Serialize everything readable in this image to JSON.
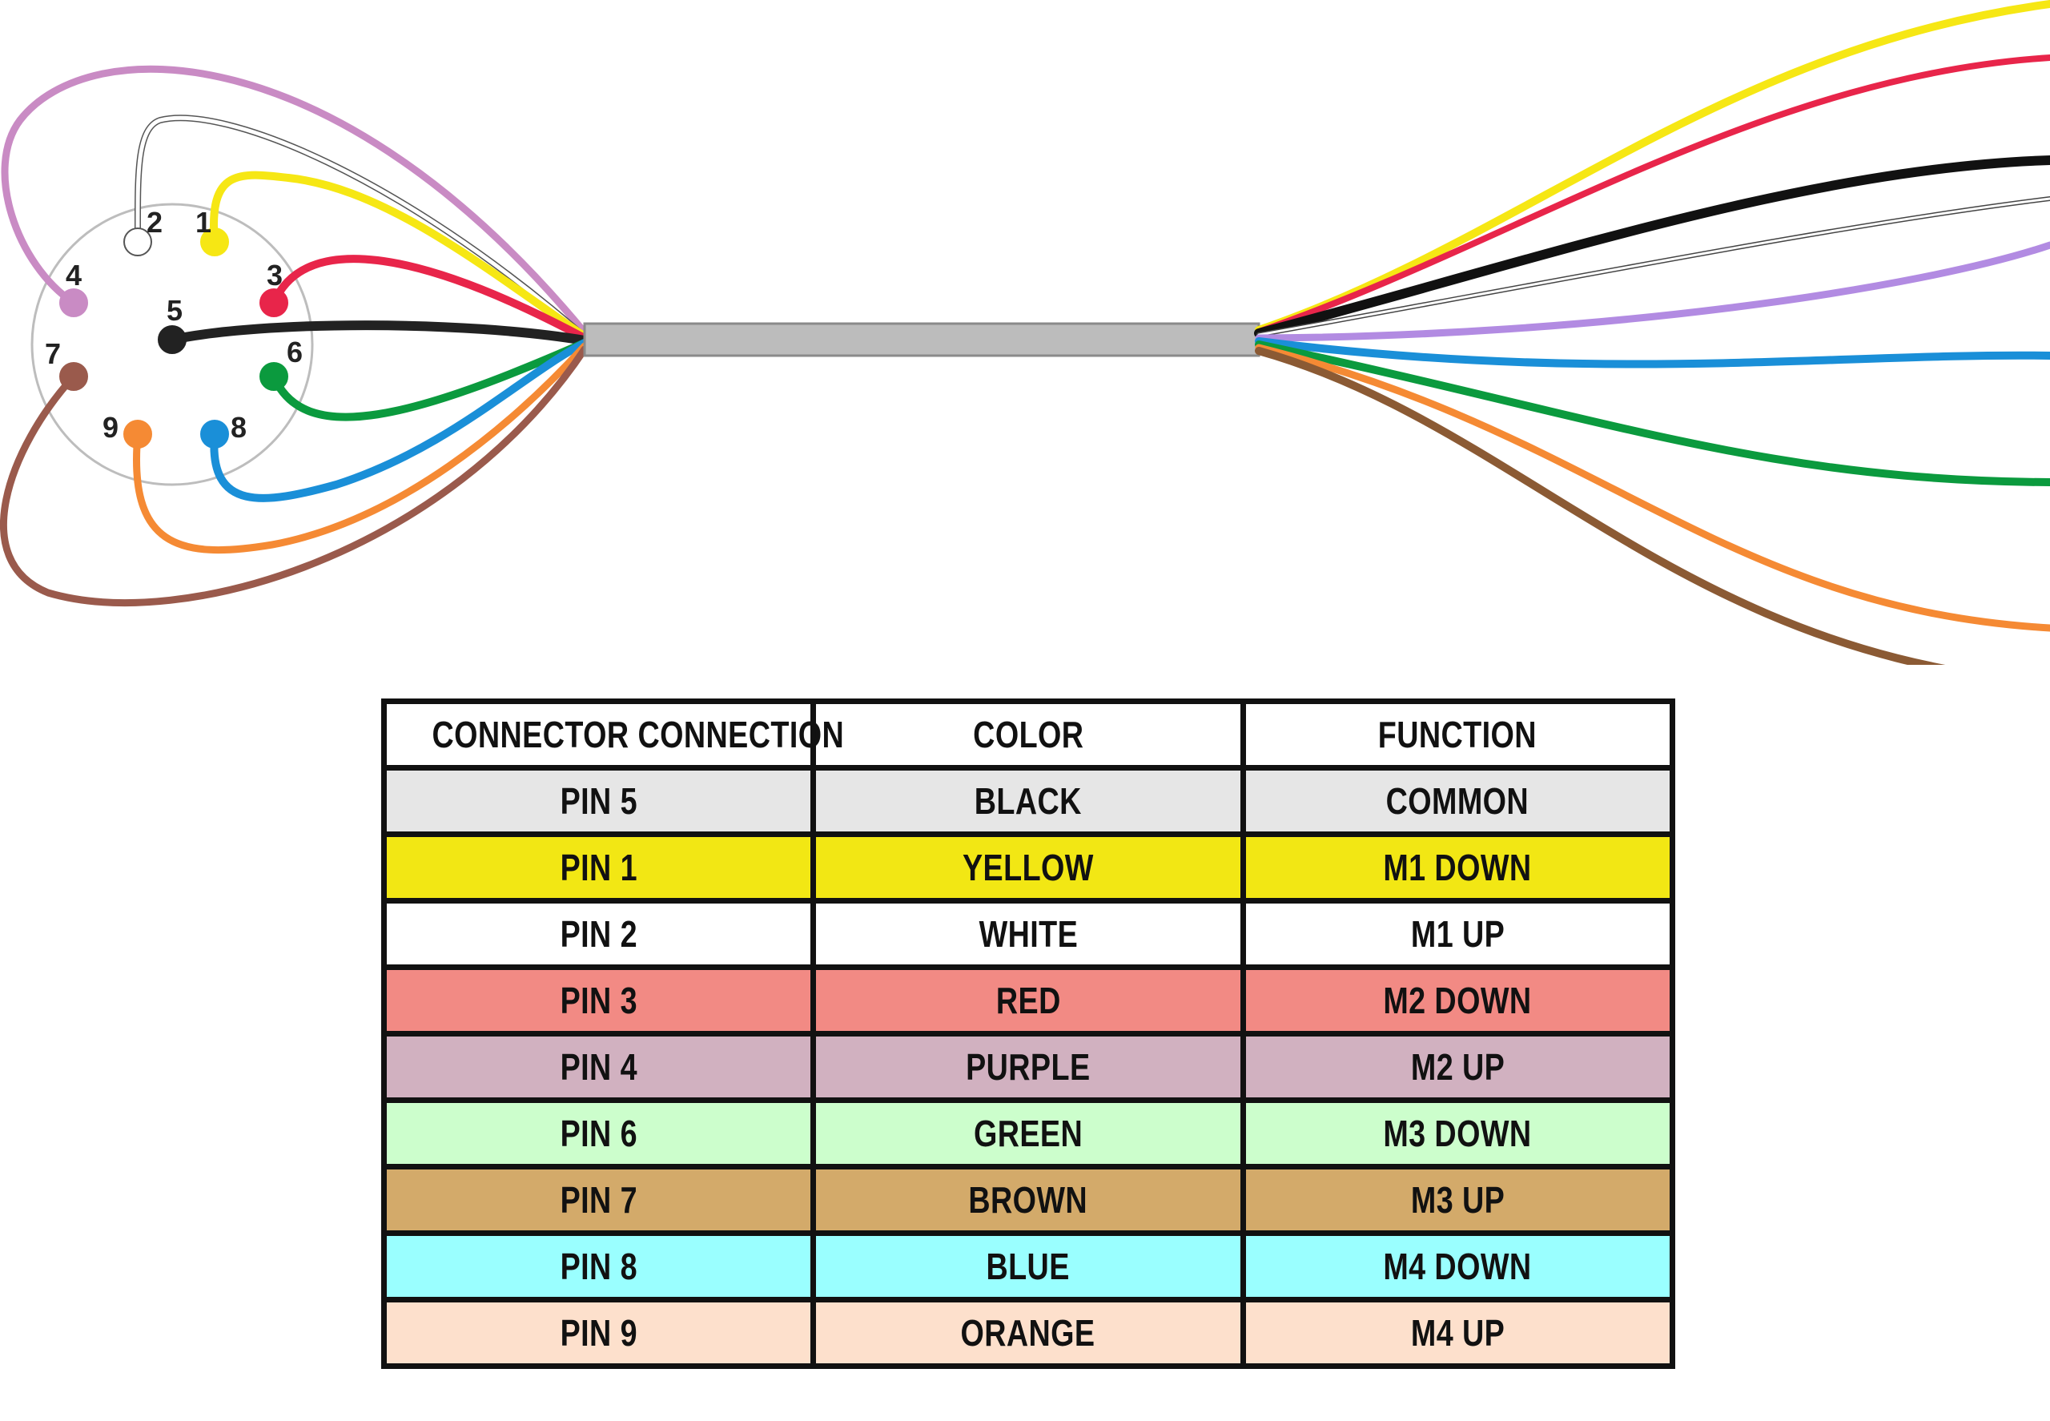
{
  "connector": {
    "pins": [
      {
        "number": "1",
        "color": "#f6e714"
      },
      {
        "number": "2",
        "color": "#ffffff"
      },
      {
        "number": "3",
        "color": "#e8254a"
      },
      {
        "number": "4",
        "color": "#c98bc4"
      },
      {
        "number": "5",
        "color": "#222222"
      },
      {
        "number": "6",
        "color": "#0b9a3e"
      },
      {
        "number": "7",
        "color": "#9a5a4c"
      },
      {
        "number": "8",
        "color": "#1a8fd8"
      },
      {
        "number": "9",
        "color": "#f58a34"
      }
    ]
  },
  "table": {
    "headers": [
      "CONNECTOR CONNECTION",
      "COLOR",
      "FUNCTION"
    ],
    "rows": [
      {
        "pin": "PIN 5",
        "color": "BLACK",
        "function": "COMMON",
        "bg": "#e6e6e6"
      },
      {
        "pin": "PIN 1",
        "color": "YELLOW",
        "function": "M1 DOWN",
        "bg": "#f2e714"
      },
      {
        "pin": "PIN 2",
        "color": "WHITE",
        "function": "M1 UP",
        "bg": "#ffffff"
      },
      {
        "pin": "PIN 3",
        "color": "RED",
        "function": "M2 DOWN",
        "bg": "#f28a84"
      },
      {
        "pin": "PIN 4",
        "color": "PURPLE",
        "function": "M2 UP",
        "bg": "#d1b1c0"
      },
      {
        "pin": "PIN 6",
        "color": "GREEN",
        "function": "M3 DOWN",
        "bg": "#ccfecc"
      },
      {
        "pin": "PIN 7",
        "color": "BROWN",
        "function": "M3 UP",
        "bg": "#d3aa6a"
      },
      {
        "pin": "PIN 8",
        "color": "BLUE",
        "function": "M4 DOWN",
        "bg": "#9affff"
      },
      {
        "pin": "PIN 9",
        "color": "ORANGE",
        "function": "M4 UP",
        "bg": "#fde0cc"
      }
    ]
  }
}
